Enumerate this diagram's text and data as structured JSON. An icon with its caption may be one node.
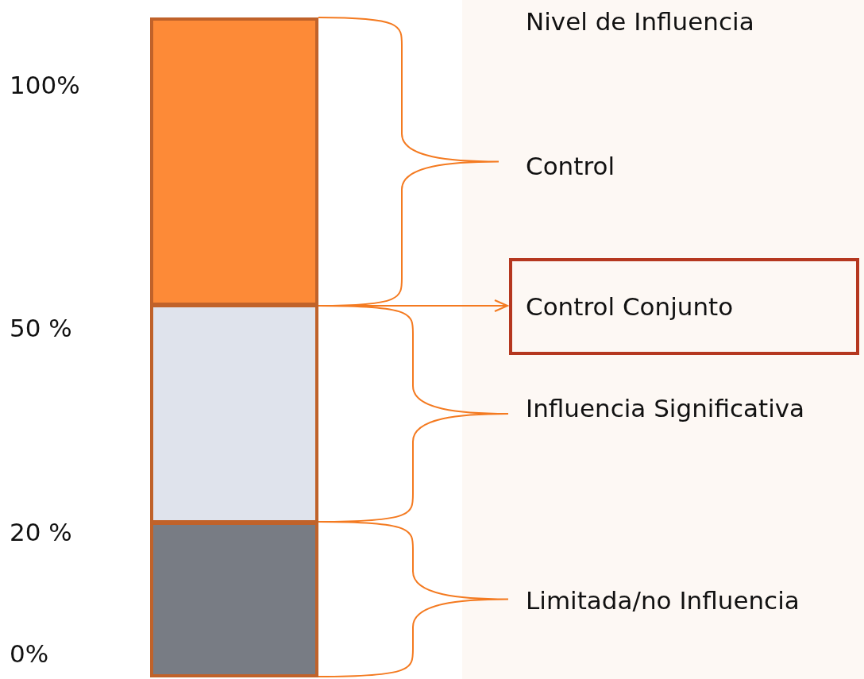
{
  "diagram": {
    "nodes": [
      {
        "text": [],
        "shape": "bar"
      },
      {
        "text": [],
        "shape": "bar"
      },
      {
        "text": [],
        "shape": "bar"
      },
      {
        "text": [
          "Control Conjunto"
        ]
      }
    ],
    "edges": [
      {
        "from": 1,
        "to": 3,
        "arrow": "to"
      }
    ],
    "labels": [
      "Nivel de Influencia",
      "100%",
      "Control",
      "50 %",
      "Influencia Significativa",
      "20 %",
      "Limitada/no Influencia",
      "0%"
    ]
  }
}
